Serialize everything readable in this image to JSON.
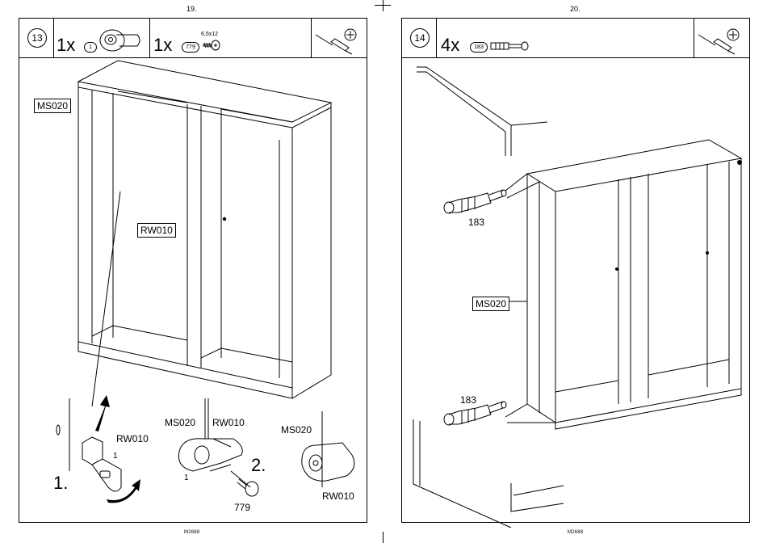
{
  "pages": {
    "left": {
      "page_number": "19.",
      "step_number": "13",
      "header": {
        "qty_a": "1x",
        "part_a_code": "1",
        "qty_b": "1x",
        "part_b_code": "779",
        "part_b_size": "6,5x12"
      },
      "labels": {
        "side_panel": "MS020",
        "back_panel": "RW010",
        "detail_rw": "RW010",
        "detail_ms": "MS020",
        "detail_rw_2": "RW010",
        "detail_ms_2": "MS020",
        "detail_rw_3": "RW010",
        "screw_code": "779",
        "step1": "1.",
        "step2": "2.",
        "part_ref_a": "1",
        "part_ref_b": "1"
      },
      "footer_code": "M2688"
    },
    "right": {
      "page_number": "20.",
      "step_number": "14",
      "header": {
        "qty": "4x",
        "part_code": "183"
      },
      "labels": {
        "side_panel": "MS020",
        "dowel_top": "183",
        "dowel_bottom": "183"
      },
      "footer_code": "M2688"
    }
  },
  "icons": {
    "tool": "screwdriver-icon",
    "phillips": "phillips-head-icon"
  },
  "colors": {
    "line": "#000000",
    "background": "#ffffff"
  }
}
